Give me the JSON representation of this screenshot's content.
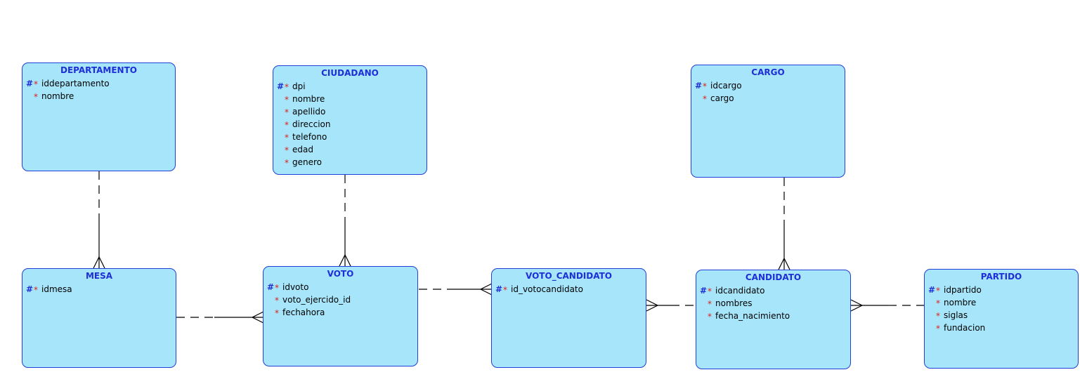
{
  "colors": {
    "entity_fill": "#a6e5fa",
    "entity_border": "#1f3fd6",
    "title_text": "#1f2fd8",
    "required_mark": "#e0201c",
    "primary_key_mark": "#1f2fd8"
  },
  "markers": {
    "primary_key": "#",
    "required": "*"
  },
  "entities": {
    "departamento": {
      "title": "DEPARTAMENTO",
      "attributes": [
        {
          "name": "iddepartamento",
          "pk": true
        },
        {
          "name": "nombre",
          "pk": false
        }
      ]
    },
    "ciudadano": {
      "title": "CIUDADANO",
      "attributes": [
        {
          "name": "dpi",
          "pk": true
        },
        {
          "name": "nombre",
          "pk": false
        },
        {
          "name": "apellido",
          "pk": false
        },
        {
          "name": "direccion",
          "pk": false
        },
        {
          "name": "telefono",
          "pk": false
        },
        {
          "name": "edad",
          "pk": false
        },
        {
          "name": "genero",
          "pk": false
        }
      ]
    },
    "cargo": {
      "title": "CARGO",
      "attributes": [
        {
          "name": "idcargo",
          "pk": true
        },
        {
          "name": "cargo",
          "pk": false
        }
      ]
    },
    "mesa": {
      "title": "MESA",
      "attributes": [
        {
          "name": "idmesa",
          "pk": true
        }
      ]
    },
    "voto": {
      "title": "VOTO",
      "attributes": [
        {
          "name": "idvoto",
          "pk": true
        },
        {
          "name": "voto_ejercido_id",
          "pk": false
        },
        {
          "name": "fechahora",
          "pk": false
        }
      ]
    },
    "voto_candidato": {
      "title": "VOTO_CANDIDATO",
      "attributes": [
        {
          "name": "id_votocandidato",
          "pk": true
        }
      ]
    },
    "candidato": {
      "title": "CANDIDATO",
      "attributes": [
        {
          "name": "idcandidato",
          "pk": true
        },
        {
          "name": "nombres",
          "pk": false
        },
        {
          "name": "fecha_nacimiento",
          "pk": false
        }
      ]
    },
    "partido": {
      "title": "PARTIDO",
      "attributes": [
        {
          "name": "idpartido",
          "pk": true
        },
        {
          "name": "nombre",
          "pk": false
        },
        {
          "name": "siglas",
          "pk": false
        },
        {
          "name": "fundacion",
          "pk": false
        }
      ]
    }
  },
  "relationships": [
    {
      "from": "departamento",
      "to": "mesa",
      "one_side": "departamento",
      "many_side": "mesa"
    },
    {
      "from": "ciudadano",
      "to": "voto",
      "one_side": "ciudadano",
      "many_side": "voto"
    },
    {
      "from": "mesa",
      "to": "voto",
      "one_side": "mesa",
      "many_side": "voto"
    },
    {
      "from": "voto",
      "to": "voto_candidato",
      "one_side": "voto",
      "many_side": "voto_candidato"
    },
    {
      "from": "candidato",
      "to": "voto_candidato",
      "one_side": "candidato",
      "many_side": "voto_candidato"
    },
    {
      "from": "cargo",
      "to": "candidato",
      "one_side": "cargo",
      "many_side": "candidato"
    },
    {
      "from": "partido",
      "to": "candidato",
      "one_side": "partido",
      "many_side": "candidato"
    }
  ]
}
